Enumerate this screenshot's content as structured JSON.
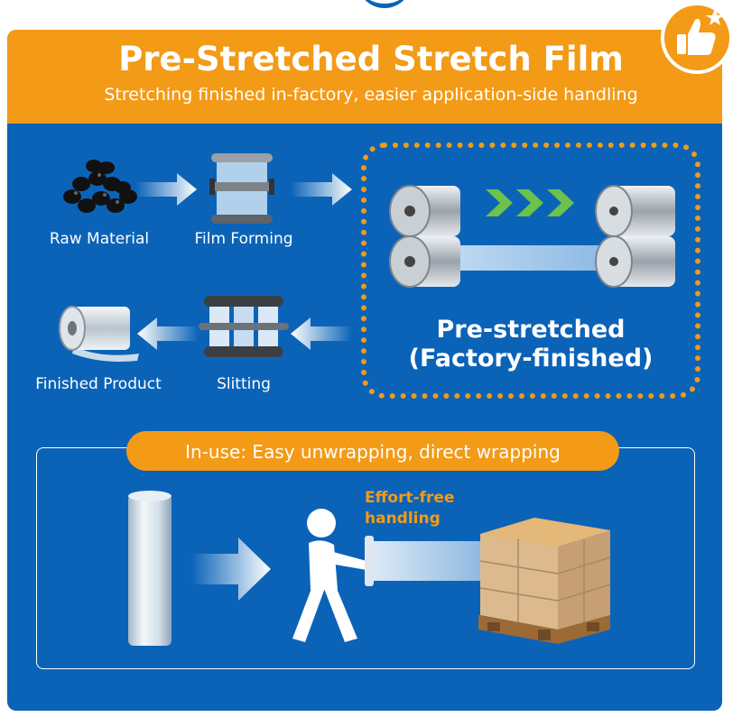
{
  "header": {
    "title": "Pre-Stretched Stretch Film",
    "subtitle": "Stretching finished in-factory, easier application-side handling"
  },
  "process": {
    "raw_material": "Raw Material",
    "film_forming": "Film Forming",
    "pre_stretched_line1": "Pre-stretched",
    "pre_stretched_line2": "(Factory-finished)",
    "slitting": "Slitting",
    "finished_product": "Finished Product"
  },
  "usage": {
    "banner": "In-use: Easy unwrapping, direct wrapping",
    "effort_line1": "Effort-free",
    "effort_line2": "handling"
  },
  "icons": [
    "thumbs-up-star-icon",
    "raw-pellets-icon",
    "film-forming-machine-icon",
    "pre-stretch-rollers-icon",
    "green-chevrons-icon",
    "slitting-machine-icon",
    "film-roll-icon",
    "arrow-right-icon",
    "arrow-left-icon",
    "person-wrapping-icon",
    "pallet-boxes-icon"
  ],
  "colors": {
    "primary_blue": "#0b63b8",
    "accent_orange": "#f39a17",
    "white": "#ffffff",
    "chevron_green": "#6cc24a"
  }
}
